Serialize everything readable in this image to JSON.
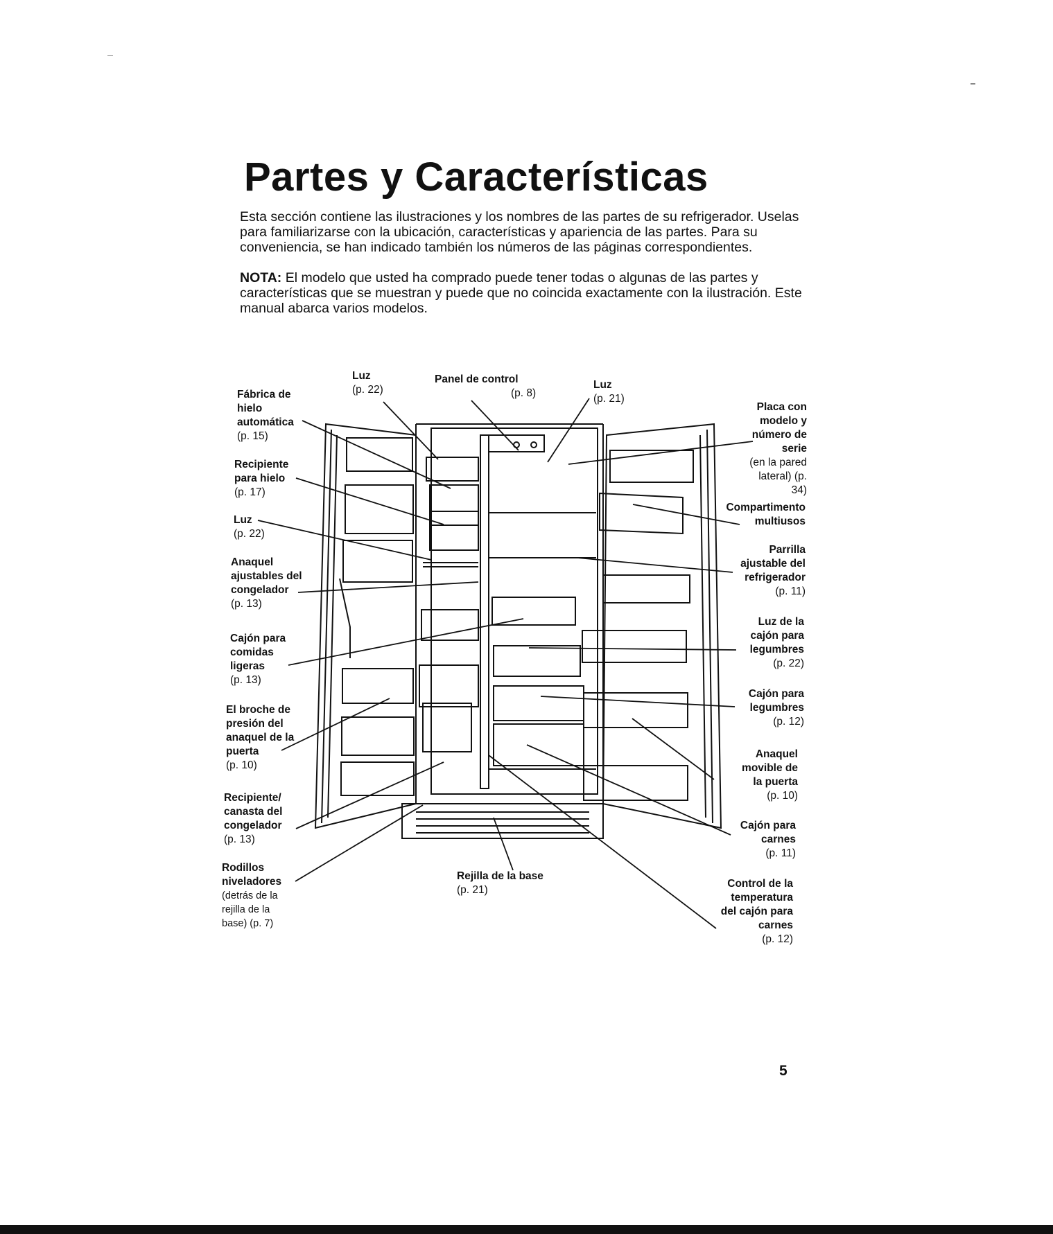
{
  "page": {
    "title": "Partes y Características",
    "intro": "Esta sección contiene las ilustraciones y los nombres de las partes de su refrigerador. Uselas para familiarizarse con la ubicación, características y apariencia de las partes. Para su conveniencia, se han indicado también los números de las páginas correspondientes.",
    "note_label": "NOTA:",
    "note_text": " El modelo que usted ha comprado puede tener todas o algunas de las partes y características que se muestran y puede que no coincida exactamente con la ilustración. Este manual abarca varios modelos.",
    "page_number": "5"
  },
  "labels": {
    "left": [
      {
        "title": "Fábrica de hielo automática",
        "page": "(p. 15)"
      },
      {
        "title": "Recipiente para hielo",
        "page": "(p. 17)"
      },
      {
        "title": "Luz",
        "page": "(p. 22)"
      },
      {
        "title": "Anaquel ajustables del congelador",
        "page": "(p. 13)"
      },
      {
        "title": "Cajón para comidas ligeras",
        "page": "(p. 13)"
      },
      {
        "title": "El broche de presión del anaquel de la puerta",
        "page": "(p. 10)"
      },
      {
        "title": "Recipiente/ canasta del congelador",
        "page": "(p. 13)"
      },
      {
        "title": "Rodillos niveladores",
        "page": "(detrás de la rejilla de la base) (p. 7)"
      }
    ],
    "top": [
      {
        "title": "Luz",
        "page": "(p. 22)"
      },
      {
        "title": "Panel de control",
        "page": "(p. 8)"
      },
      {
        "title": "Luz",
        "page": "(p. 21)"
      }
    ],
    "right": [
      {
        "title": "Placa con modelo y número de serie",
        "page": "(en la pared lateral) (p. 34)"
      },
      {
        "title": "Compartimento multiusos",
        "page": ""
      },
      {
        "title": "Parrilla ajustable del refrigerador",
        "page": "(p. 11)"
      },
      {
        "title": "Luz de la cajón para legumbres",
        "page": "(p. 22)"
      },
      {
        "title": "Cajón para legumbres",
        "page": "(p. 12)"
      },
      {
        "title": "Anaquel movible de la puerta",
        "page": "(p. 10)"
      },
      {
        "title": "Cajón para carnes",
        "page": "(p. 11)"
      },
      {
        "title": "Control de la temperatura del cajón para carnes",
        "page": "(p. 12)"
      }
    ],
    "bottom": [
      {
        "title": "Rejilla de la base",
        "page": "(p. 21)"
      }
    ]
  }
}
